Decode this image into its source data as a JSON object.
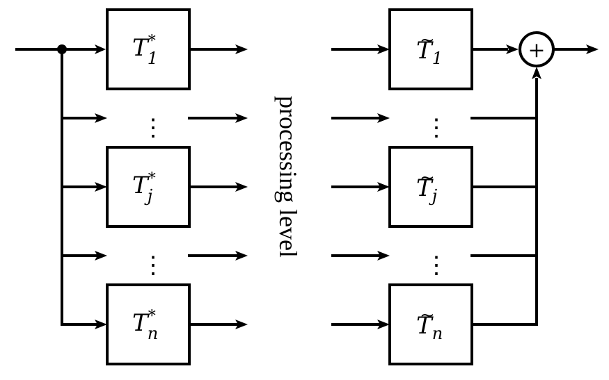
{
  "diagram": {
    "left_blocks": [
      {
        "base": "T",
        "sub": "1",
        "sup": "*"
      },
      {
        "base": "T",
        "sub": "j",
        "sup": "*"
      },
      {
        "base": "T",
        "sub": "n",
        "sup": "*"
      }
    ],
    "right_blocks": [
      {
        "base": "T",
        "accent": "~",
        "sub": "1"
      },
      {
        "base": "T",
        "accent": "~",
        "sub": "j"
      },
      {
        "base": "T",
        "accent": "~",
        "sub": "n"
      }
    ],
    "ellipsis": "⋮",
    "middle_label": "processing level",
    "sum_symbol": "+"
  }
}
